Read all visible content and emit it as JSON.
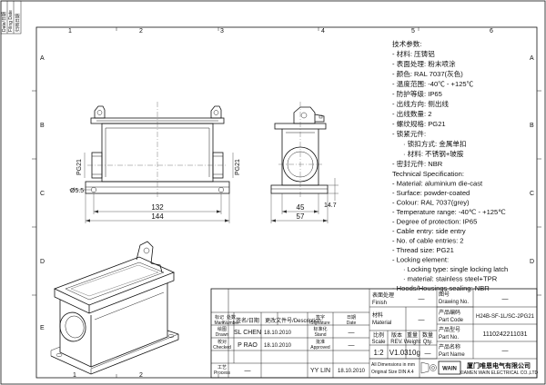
{
  "border": {
    "col_numbers": [
      "1",
      "2",
      "3",
      "4",
      "5",
      "6"
    ],
    "row_letters": [
      "A",
      "B",
      "C",
      "D",
      "E",
      "F"
    ],
    "left_strip": [
      "Date/日期",
      "Filing Date",
      "归档日期"
    ]
  },
  "dimensions": {
    "front_width_inner": "132",
    "front_width_outer": "144",
    "front_hole": "Ø5.5",
    "front_thread": "PG21",
    "side_thread": "PG21",
    "side_depth_inner": "45",
    "side_depth_outer": "57",
    "side_offset": "14.7"
  },
  "spec_cn": {
    "heading": "技术参数:",
    "lines": [
      "- 材料: 压铸铝",
      "- 表面处理: 粉末喷涂",
      "- 颜色: RAL 7037(灰色)",
      "- 温度范围: -40℃ - +125℃",
      "- 防护等级: IP65",
      "- 出线方向: 侧出线",
      "- 出线数量: 2",
      "- 螺纹规格: PG21",
      "- 锁紧元件:",
      "· 锁扣方式: 金属单扣",
      "· 材料: 不锈钢+玻胺",
      "- 密封元件: NBR"
    ]
  },
  "spec_en": {
    "heading": "Technical Specification:",
    "lines": [
      "- Material: aluminium die-cast",
      "- Surface: powder-coated",
      "- Colour: RAL 7037(grey)",
      "- Temperature range: -40℃ - +125℃",
      "- Degree of protection: IP65",
      "- Cable entry: side entry",
      "- No. of cable entries: 2",
      "- Thread size: PG21",
      "- Locking element:",
      "· Locking type: single locking latch",
      "· material: stainless steel+TPR",
      "- Hoods/Housings sealing: NBR"
    ]
  },
  "title_block": {
    "finish_label": "表面处理",
    "finish_label_en": "Finish",
    "finish_value": "—",
    "material_label": "材料",
    "material_label_en": "Material",
    "material_value": "—",
    "drawing_no_label": "图号",
    "drawing_no_label_en": "Drawing No.",
    "drawing_no_value": "—",
    "part_code_label": "产品编码",
    "part_code_label_en": "Part Code",
    "part_code_value": "H24B-SF-1L/SC-2PG21",
    "part_no_label": "产品型号",
    "part_no_label_en": "Part No.",
    "part_no_value": "1110242211031",
    "part_name_label": "产品名称",
    "part_name_label_en": "Part Name",
    "part_name_value": "—",
    "mark_label": "标记",
    "mark_label_en": "Mark",
    "number_label": "处数",
    "number_label_en": "Number",
    "sign_label": "签名/日期",
    "description_label": "更改文件号/Description",
    "signature_label": "签字",
    "signature_label_en": "Signature",
    "date_label": "日期",
    "date_label_en": "Date",
    "drawn_label": "绘图",
    "drawn_label_en": "Drawn",
    "drawn_name": "SL CHEN",
    "drawn_date": "18.10.2010",
    "checked_label": "校对",
    "checked_label_en": "Checked",
    "checked_name": "P RAO",
    "checked_date": "18.10.2010",
    "process_label": "工艺",
    "process_label_en": "Process",
    "stand_label": "标准化",
    "stand_label_en": "Stand",
    "approved_label": "批准",
    "approved_label_en": "Approved",
    "approved_name": "YY LIN",
    "approved_date": "18.10.2010",
    "scale_label": "比例",
    "scale_label_en": "Scale",
    "scale_value": "1:2",
    "rev_label": "版本",
    "rev_label_en": "REV.",
    "rev_value": "V1.0",
    "weight_label": "重量",
    "weight_label_en": "Weight",
    "weight_value": "310g",
    "qty_label": "数量",
    "qty_label_en": "Qty.",
    "qty_value": "—",
    "dash": "—",
    "units_note_1": "All Dimensions in mm",
    "units_note_2": "Original Size DIN A 4",
    "company_cn": "厦门唯恩电气有限公司",
    "company_en": "XIAMEN WAIN ELECTRICAL CO.,LTD",
    "logo_text": "WAIN"
  }
}
